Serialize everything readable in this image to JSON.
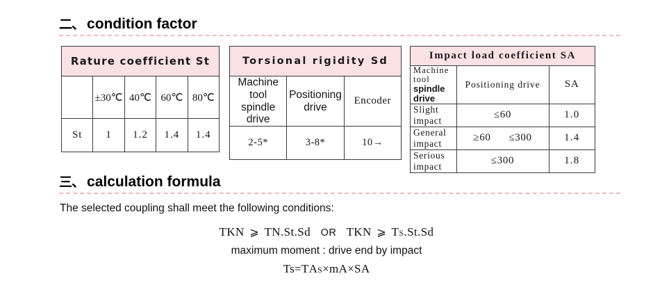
{
  "sections": {
    "condition": {
      "marker": "二、",
      "title": "condition factor"
    },
    "formula": {
      "marker": "三、",
      "title": "calculation formula"
    }
  },
  "tables": {
    "rature": {
      "header": "Rature coefficient St",
      "col_headers": [
        "",
        "±30℃",
        "40℃",
        "60℃",
        "80℃"
      ],
      "rows": [
        {
          "label": "St",
          "values": [
            "1",
            "1.2",
            "1.4",
            "1.4"
          ]
        }
      ]
    },
    "torsional": {
      "header": "Torsional rigidity  Sd",
      "col_headers": [
        "Machine tool spindle drive",
        "Positioning drive",
        "Encoder"
      ],
      "col_header_lines": [
        [
          "Machine tool",
          "spindle drive"
        ],
        [
          "Positioning",
          "drive"
        ],
        [
          "Encoder"
        ]
      ],
      "rows": [
        {
          "values": [
            "2-5*",
            "3-8*",
            "10→"
          ]
        }
      ]
    },
    "impact": {
      "header": "Impact load coefficient  SA",
      "col_headers": {
        "first_line1": "Machine tool",
        "first_line2": "spindle drive",
        "second": "Positioning drive",
        "third": "SA"
      },
      "rows": [
        {
          "label": "Slight impact",
          "range_a": "≤60",
          "range_b": "",
          "sa": "1.0"
        },
        {
          "label": "General impact",
          "range_a": "≥60",
          "range_b": "≤300",
          "sa": "1.4"
        },
        {
          "label": "Serious impact",
          "range_a": "≤300",
          "range_b": "",
          "sa": "1.8"
        }
      ]
    }
  },
  "formula_block": {
    "intro": "The selected coupling shall meet the following conditions:",
    "line1_left_a": "T",
    "line1_left_sub": "KN",
    "line1_gte": "⩾",
    "line1_right_a": "T",
    "line1_right_sub": "N",
    "line1_right_rest": ".St.Sd",
    "or": "OR",
    "line1b_left_a": "T",
    "line1b_left_sub": "KN",
    "line1b_right_a": "T",
    "line1b_right_sub": "s",
    "line1b_right_rest": ".St.Sd",
    "line2": "maximum moment : drive end by impact",
    "line3_a": "Ts=T",
    "line3_sub1": "As",
    "line3_b": "×m",
    "line3_sub2": "A",
    "line3_c": "×S",
    "line3_sub3": "A"
  },
  "colors": {
    "header_pink": "#fae1e4",
    "rule_pink": "#f4b9bd",
    "border": "#3a3a3a",
    "text": "#111111"
  }
}
